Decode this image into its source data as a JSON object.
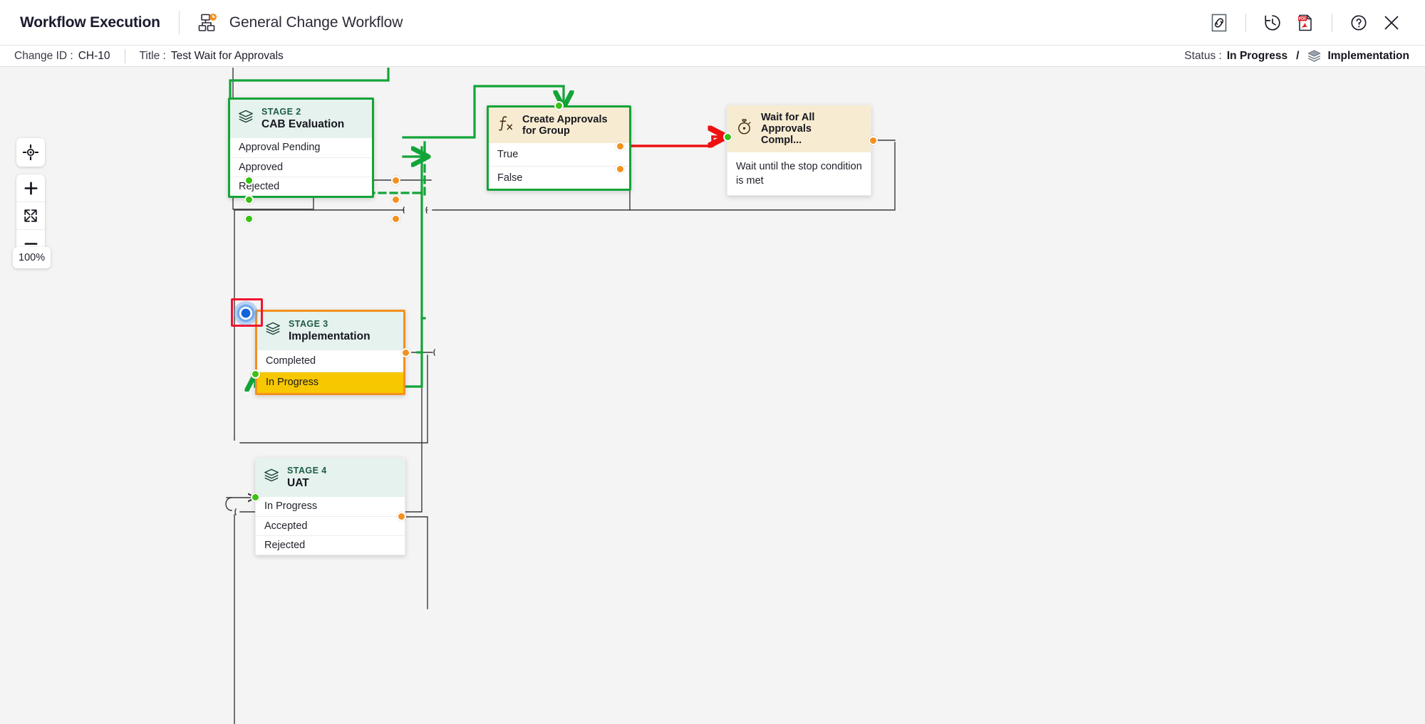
{
  "header": {
    "app_title": "Workflow Execution",
    "workflow_icon": "workflow-clock-icon",
    "workflow_name": "General Change Workflow",
    "actions": [
      {
        "name": "link-icon",
        "label": "Copy Link"
      },
      {
        "name": "history-icon",
        "label": "History"
      },
      {
        "name": "pdf-icon",
        "label": "Export PDF"
      },
      {
        "name": "help-icon",
        "label": "Help"
      },
      {
        "name": "close-icon",
        "label": "Close"
      }
    ]
  },
  "subheader": {
    "change_id_label": "Change ID :",
    "change_id_value": "CH-10",
    "title_label": "Title :",
    "title_value": "Test Wait for Approvals",
    "status_label": "Status :",
    "status_value": "In Progress",
    "separator": "/",
    "stage_icon": "layers-icon",
    "stage_value": "Implementation"
  },
  "zoom_controls": {
    "locate_icon": "crosshair-target-icon",
    "zoom_in_icon": "plus-icon",
    "fit_icon": "fit-screen-icon",
    "zoom_out_icon": "minus-icon",
    "zoom_level": "100%"
  },
  "colors": {
    "accent_green": "#13a438",
    "accent_orange": "#f5901e",
    "accent_red": "#f01430",
    "active_yellow": "#f7c800",
    "stage_header_bg": "#e5f2ee",
    "function_header_bg": "#f7ecd2",
    "canvas_bg": "#f4f4f4",
    "edge_default": "#3a3a3a"
  },
  "nodes": [
    {
      "id": "stage2",
      "type": "stage",
      "icon": "layers-icon",
      "kicker": "STAGE 2",
      "name": "CAB Evaluation",
      "highlight": "green",
      "rows": [
        {
          "label": "Approval Pending"
        },
        {
          "label": "Approved"
        },
        {
          "label": "Rejected"
        }
      ]
    },
    {
      "id": "create-approvals",
      "type": "function",
      "icon": "fx-icon",
      "name": "Create Approvals for Group",
      "highlight": "green",
      "rows": [
        {
          "label": "True"
        },
        {
          "label": "False"
        }
      ]
    },
    {
      "id": "wait-approvals",
      "type": "function",
      "icon": "timer-icon",
      "name": "Wait for All Approvals Compl...",
      "highlight": "none",
      "body_text": "Wait until the stop condition is met"
    },
    {
      "id": "stage3",
      "type": "stage",
      "icon": "layers-icon",
      "kicker": "STAGE 3",
      "name": "Implementation",
      "highlight": "orange",
      "selected": true,
      "rows": [
        {
          "label": "Completed"
        },
        {
          "label": "In Progress",
          "state": "active"
        }
      ]
    },
    {
      "id": "stage4",
      "type": "stage",
      "icon": "layers-icon",
      "kicker": "STAGE 4",
      "name": "UAT",
      "highlight": "none",
      "rows": [
        {
          "label": "In Progress"
        },
        {
          "label": "Accepted"
        },
        {
          "label": "Rejected"
        }
      ]
    }
  ]
}
